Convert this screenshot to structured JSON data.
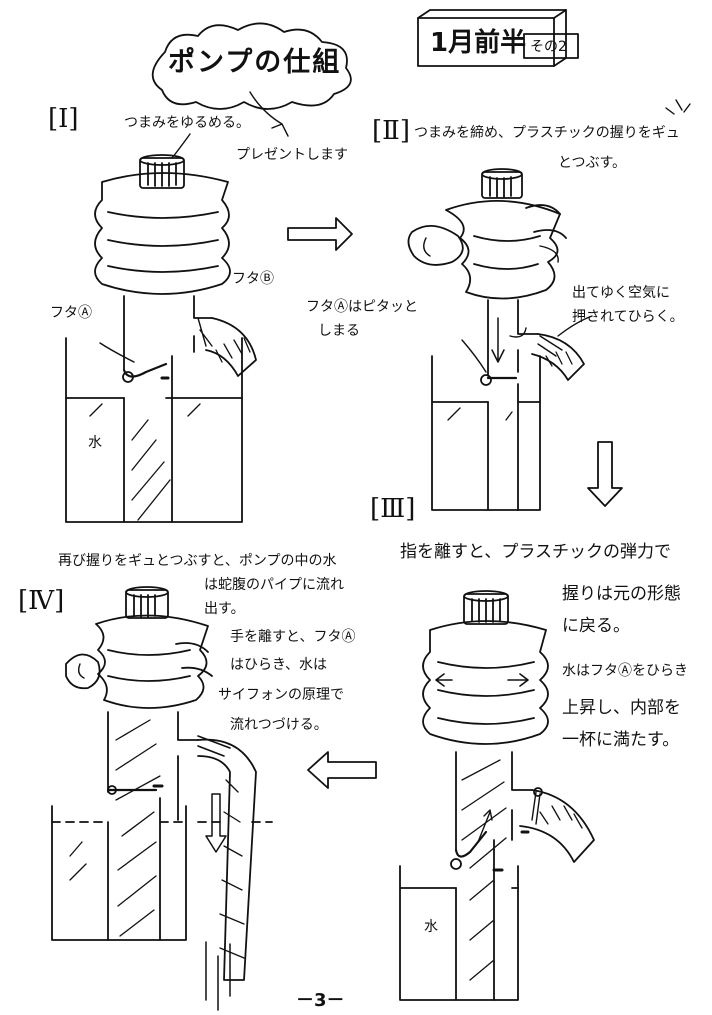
{
  "header": {
    "title": "ポンプの仕組",
    "period": "1月前半",
    "part": "その2"
  },
  "steps": [
    {
      "label": "[Ⅰ]",
      "captions": [
        "つまみをゆるめる。",
        "プレゼントします"
      ],
      "lid_a": "フタⒶ",
      "lid_b": "フタⒷ",
      "water": "水"
    },
    {
      "label": "[Ⅱ]",
      "caption_lines": [
        "つまみを締め、プラスチックの握りをギュ",
        "とつぶす。"
      ],
      "lid_a_lines": [
        "フタⒶはピタッと",
        "しまる"
      ],
      "air_lines": [
        "出てゆく空気に",
        "押されてひらく。"
      ]
    },
    {
      "label": "[Ⅲ]",
      "caption": "指を離すと、プラスチックの弾力で",
      "shape_lines": [
        "握りは元の形態",
        "に戻る。"
      ],
      "water_lines": [
        "水はフタⒶをひらき",
        "上昇し、内部を",
        "一杯に満たす。"
      ],
      "water": "水"
    },
    {
      "label": "[Ⅳ]",
      "caption_lines": [
        "再び握りをギュとつぶすと、ポンプの中の水",
        "は蛇腹のパイプに流れ",
        "出す。"
      ],
      "release_lines": [
        "手を離すと、フタⒶ",
        "はひらき、水は",
        "サイフォンの原理で",
        "流れつづける。"
      ]
    }
  ],
  "footer": {
    "page": "－3－"
  }
}
